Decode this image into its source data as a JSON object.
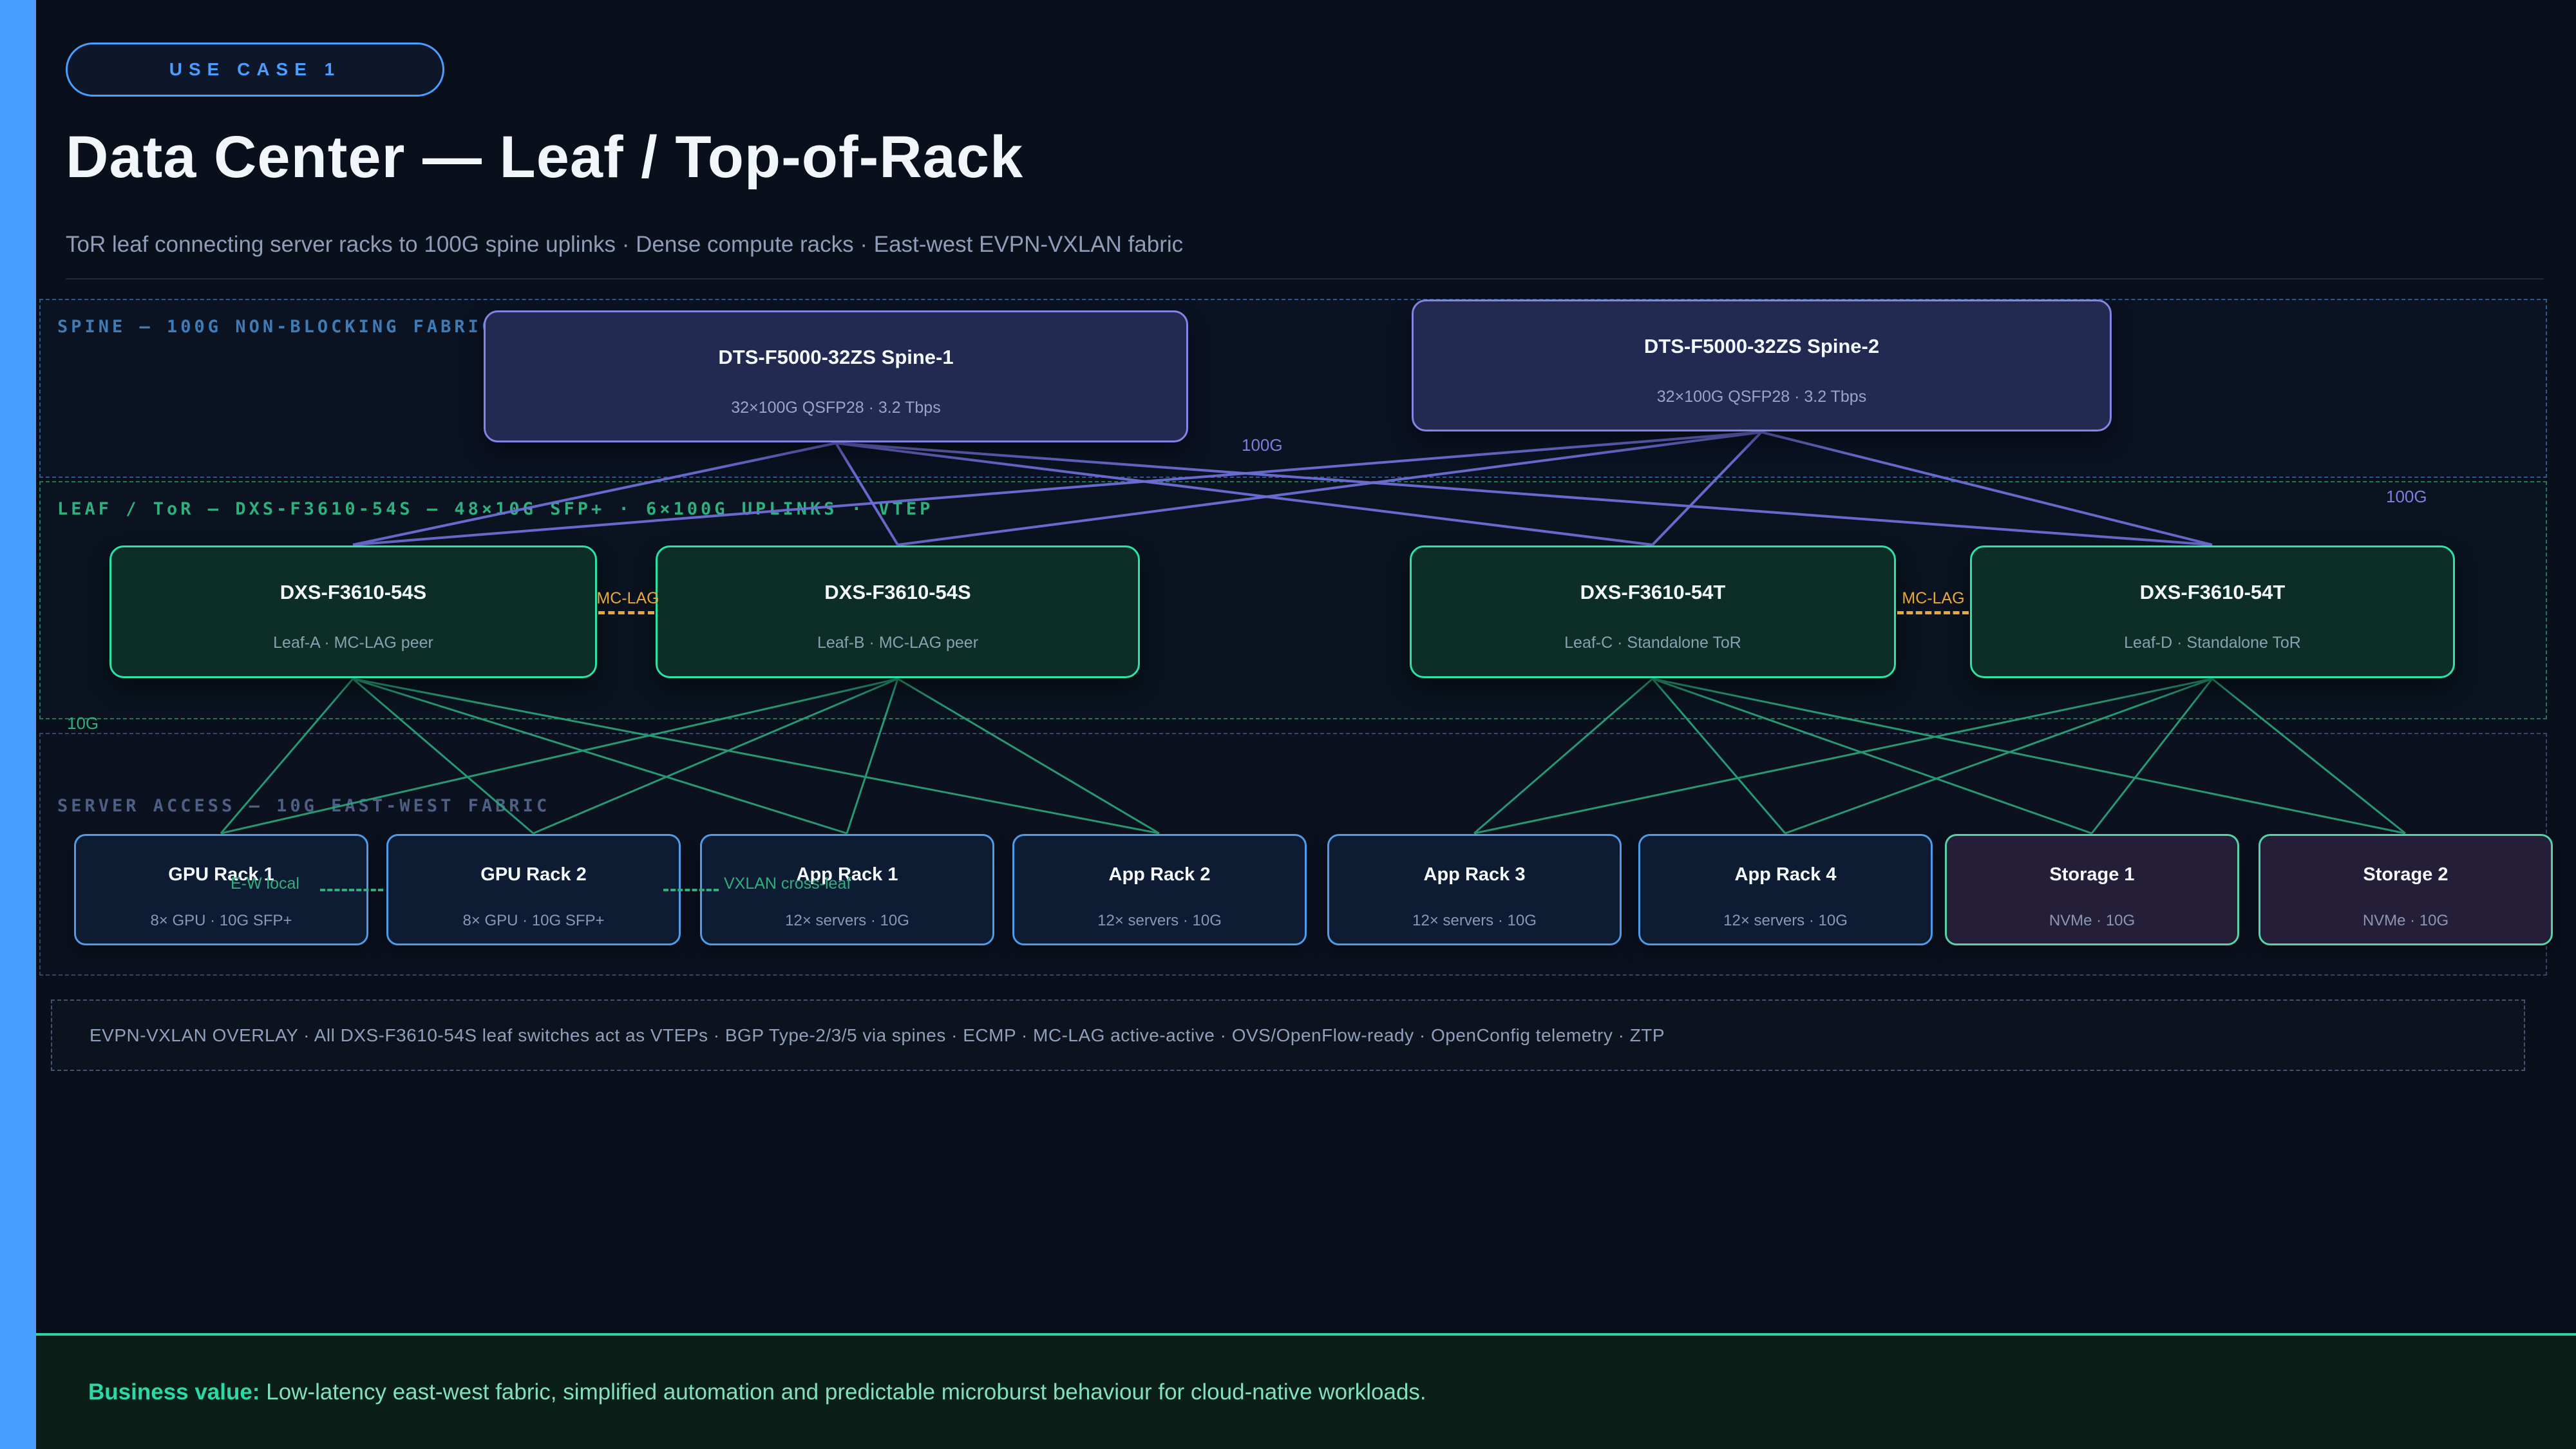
{
  "header": {
    "badge": "USE CASE 1",
    "title": "Data Center — Leaf / Top-of-Rack",
    "subtitle": "ToR leaf connecting server racks to 100G spine uplinks · Dense compute racks · East-west EVPN-VXLAN fabric"
  },
  "spine_section": {
    "label": "SPINE — 100G NON-BLOCKING FABRIC",
    "nodes": [
      {
        "title": "DTS-F5000-32ZS Spine-1",
        "subtitle": "32×100G QSFP28 · 3.2 Tbps"
      },
      {
        "title": "DTS-F5000-32ZS Spine-2",
        "subtitle": "32×100G QSFP28 · 3.2 Tbps"
      }
    ]
  },
  "leaf_section": {
    "label": "LEAF / ToR — DXS-F3610-54S — 48×10G SFP+ · 6×100G UPLINKS · VTEP",
    "nodes": [
      {
        "title": "DXS-F3610-54S",
        "subtitle": "Leaf-A · MC-LAG peer"
      },
      {
        "title": "DXS-F3610-54S",
        "subtitle": "Leaf-B · MC-LAG peer"
      },
      {
        "title": "DXS-F3610-54T",
        "subtitle": "Leaf-C · Standalone ToR"
      },
      {
        "title": "DXS-F3610-54T",
        "subtitle": "Leaf-D · Standalone ToR"
      }
    ]
  },
  "server_section": {
    "label": "SERVER ACCESS — 10G EAST-WEST FABRIC",
    "racks": [
      {
        "title": "GPU Rack 1",
        "subtitle": "8× GPU · 10G SFP+",
        "type": "compute"
      },
      {
        "title": "GPU Rack 2",
        "subtitle": "8× GPU · 10G SFP+",
        "type": "compute"
      },
      {
        "title": "App Rack 1",
        "subtitle": "12× servers · 10G",
        "type": "compute"
      },
      {
        "title": "App Rack 2",
        "subtitle": "12× servers · 10G",
        "type": "compute"
      },
      {
        "title": "App Rack 3",
        "subtitle": "12× servers · 10G",
        "type": "compute"
      },
      {
        "title": "App Rack 4",
        "subtitle": "12× servers · 10G",
        "type": "compute"
      },
      {
        "title": "Storage 1",
        "subtitle": "NVMe · 10G",
        "type": "storage"
      },
      {
        "title": "Storage 2",
        "subtitle": "NVMe · 10G",
        "type": "storage"
      }
    ]
  },
  "link_labels": {
    "spine_uplink": "100G",
    "leaf_uplink": "100G",
    "access_speed": "10G",
    "mclag": "MC-LAG"
  },
  "annotations": {
    "east_west_local": "E-W local",
    "vxlan_cross_leaf": "VXLAN cross-leaf"
  },
  "overlay_bar": {
    "text": "EVPN-VXLAN OVERLAY  ·  All DXS-F3610-54S leaf switches act as VTEPs  ·  BGP Type-2/3/5 via spines  ·  ECMP  ·  MC-LAG active-active  ·  OVS/OpenFlow-ready  ·  OpenConfig telemetry  ·  ZTP"
  },
  "footer": {
    "label": "Business value:",
    "text": " Low-latency east-west fabric, simplified automation and predictable microburst behaviour for cloud-native workloads."
  },
  "colors": {
    "accent_blue": "#4a9eff",
    "spine_border": "#8583e6",
    "leaf_border": "#2be3a7",
    "rack_border": "#4e9ce8",
    "storage_border": "#56d3a6",
    "mclag_orange": "#eba83a",
    "footer_teal": "#2bd9a6",
    "wire_purple": "#6e6ed6",
    "wire_green": "#2aa87c"
  }
}
